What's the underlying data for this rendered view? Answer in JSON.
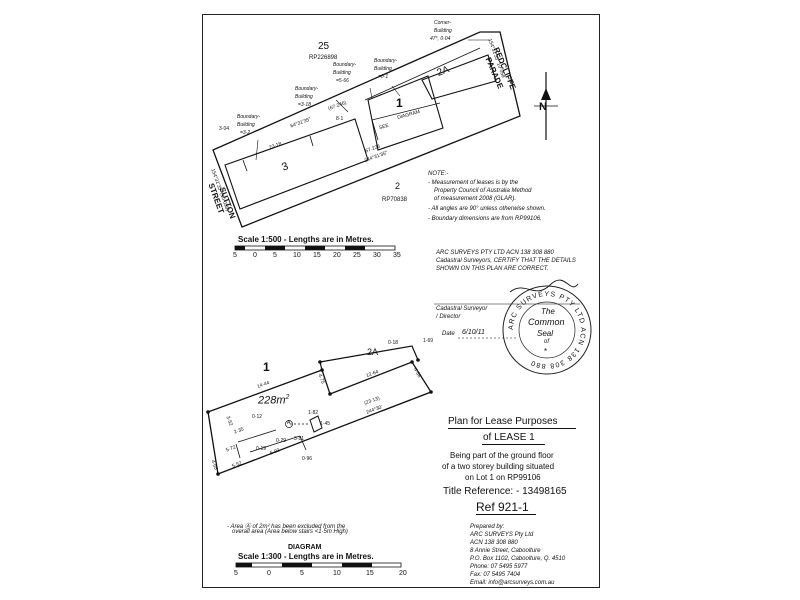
{
  "top_plan": {
    "lot_25": "25",
    "rp_25": "RP226898",
    "lot_2": "2",
    "rp_2": "RP70838",
    "lot_2a": "2A",
    "lot_1": "1",
    "lot_3": "3",
    "see_label": "SEE",
    "diagram_label": "DIAGRAM",
    "street_redcliffe_1": "REDCLIFFE",
    "street_redcliffe_2": "PARADE",
    "street_sutton_1": "SUTTON",
    "street_sutton_2": "STREET",
    "north": "N",
    "corner_building_1": "Corner-",
    "corner_building_2": "Building",
    "corner_building_3": "47°, 0·04",
    "boundary_01_1": "Boundary-",
    "boundary_01_2": "Building",
    "boundary_01_3": "=0·1",
    "boundary_566_1": "Boundary-",
    "boundary_566_2": "Building",
    "boundary_566_3": "=5·66",
    "boundary_318_1": "Boundary-",
    "boundary_318_2": "Building",
    "boundary_318_3": "=3·18",
    "boundary_32_1": "Boundary-",
    "boundary_32_2": "Building",
    "boundary_32_3": "=3·2",
    "dim_3_04": "3·04",
    "dim_bearing_top": "64°31'35\"",
    "dim_23_18": "23·18",
    "dim_67_246": "(67·246)",
    "dim_8_1": "8·1",
    "dim_67_226": "67·226",
    "dim_bearing_bottom": "244°31'35\"",
    "dim_sutton": "154°31'35\" (10·058)",
    "dim_redcliffe": "154°31'35\" 10·058"
  },
  "notes": {
    "heading": "NOTE:-",
    "line1": "- Measurement of leases is by the",
    "line2": "Property Council of Australia Method",
    "line3": "of measurement 2008 (GLAR).",
    "line4": "- All angles are 90° unless otherwise shown.",
    "line5": "- Boundary dimensions are from RP99106."
  },
  "scale_top": {
    "title": "Scale 1:500 - Lengths are in Metres.",
    "ticks": [
      "5",
      "0",
      "5",
      "10",
      "15",
      "20",
      "25",
      "30",
      "35"
    ]
  },
  "cert": {
    "line1": "ARC SURVEYS PTY LTD    ACN 138 308 880",
    "line2": "Cadastral Surveyors, CERTIFY THAT THE DETAILS",
    "line3": "SHOWN ON THIS PLAN ARE CORRECT.",
    "role1": "Cadastral Surveyor",
    "role2": "/ Director",
    "date_label": "Date",
    "date_value": "6/10/11"
  },
  "seal": {
    "the": "The",
    "common": "Common",
    "seal": "Seal",
    "of": "of",
    "ring": "ARC SURVEYS PTY LTD ACN 138 308 880",
    "star": "*"
  },
  "diagram": {
    "lot_2a": "2A",
    "lot_1": "1",
    "area": "228",
    "area_unit": "m",
    "area_sup": "2",
    "area_a": "A",
    "d_0_18": "0·18",
    "d_1_69": "1·69",
    "d_4_75": "4·75",
    "d_14_44": "14·44",
    "d_12_64": "12·64",
    "d_4_88": "4·88",
    "d_23_13": "(23·13)",
    "d_244": "244°30'",
    "d_3_52": "3·52",
    "d_0_12": "0·12",
    "d_2_35": "2·35",
    "d_1_82": "1·82",
    "d_1_45": "1·45",
    "d_3_81": "3·81",
    "d_5_72": "5·72",
    "d_0_19": "0·19",
    "d_0_29": "0·29",
    "d_5_92": "5·92",
    "d_5_52": "5·52",
    "d_4_65": "4·65",
    "d_0_96": "0·96"
  },
  "plan_title": {
    "title": "Plan for Lease Purposes",
    "subtitle": "of LEASE 1",
    "desc1": "Being part of the ground floor",
    "desc2": "of a two storey building situated",
    "desc3": "on Lot 1 on RP99106",
    "title_ref": "Title Reference: - 13498165",
    "ref": "Ref 921-1"
  },
  "area_note": {
    "line1": "- Area Ⓐ of 2m² has been excluded from the",
    "line2": "overall area (Area below stairs <1·5m High)"
  },
  "scale_bottom": {
    "label": "DIAGRAM",
    "title": "Scale 1:300 - Lengths are in Metres.",
    "ticks": [
      "5",
      "0",
      "5",
      "10",
      "15",
      "20"
    ]
  },
  "prepared": {
    "heading": "Prepared by:",
    "company": "ARC SURVEYS Pty Ltd",
    "acn": "ACN 138 308 880",
    "street": "8 Annie Street, Caboolture",
    "po": "P.O. Box 1102, Caboolture, Q. 4510",
    "phone": "Phone:   07 5495 5977",
    "fax": "Fax:       07 5495 7404",
    "email": "Email:  info@arcsurveys.com.au"
  }
}
